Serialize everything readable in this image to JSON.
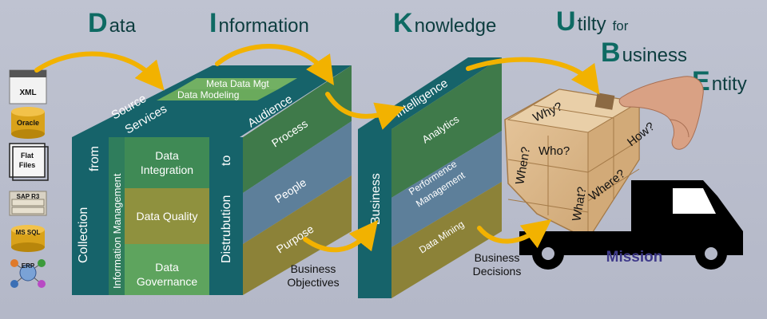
{
  "headings": {
    "data": {
      "initial": "D",
      "rest": "ata"
    },
    "information": {
      "initial": "I",
      "rest": "nformation"
    },
    "knowledge": {
      "initial": "K",
      "rest": "nowledge"
    },
    "utility": {
      "initial": "U",
      "rest": "tilty",
      "suffix": "for"
    },
    "business": {
      "initial": "B",
      "rest": "usiness"
    },
    "entity": {
      "initial": "E",
      "rest": "ntity"
    }
  },
  "sources": {
    "xml": "XML",
    "oracle": "Oracle",
    "flat_files_1": "Flat",
    "flat_files_2": "Files",
    "sap": "SAP R3",
    "mssql": "MS SQL",
    "erp": "ERP"
  },
  "cube1": {
    "top_source": "Source",
    "top_services": "Services",
    "top_meta": "Meta Data Mgt",
    "top_modeling": "Data Modeling",
    "top_audience": "Audience",
    "front_collection": "Collection",
    "front_from": "from",
    "front_im": "Information Management",
    "front_integration_1": "Data",
    "front_integration_2": "Integration",
    "front_quality": "Data Quality",
    "front_governance_1": "Data",
    "front_governance_2": "Governance",
    "front_distribution": "Distrubution",
    "front_to": "to",
    "side_process": "Process",
    "side_people": "People",
    "side_purpose": "Purpose"
  },
  "cube2": {
    "top_intelligence": "Intelligence",
    "front_business": "Business",
    "side_analytics": "Analytics",
    "side_perf_1": "Performence",
    "side_perf_2": "Management",
    "side_mining": "Data Mining"
  },
  "callouts": {
    "objectives_1": "Business",
    "objectives_2": "Objectives",
    "decisions_1": "Business",
    "decisions_2": "Decisions"
  },
  "puzzle": {
    "why": "Why?",
    "how": "How?",
    "who": "Who?",
    "when": "When?",
    "what": "What?",
    "where": "Where?"
  },
  "truck": {
    "mission": "Mission"
  },
  "colors": {
    "teal_dark": "#16636a",
    "green_mid": "#3f8a55",
    "green_light": "#7fb46a",
    "olive": "#8f913e",
    "steel_blue": "#5d7f9a",
    "arrow_yellow": "#f2b200",
    "mission": "#3f3a8a"
  }
}
